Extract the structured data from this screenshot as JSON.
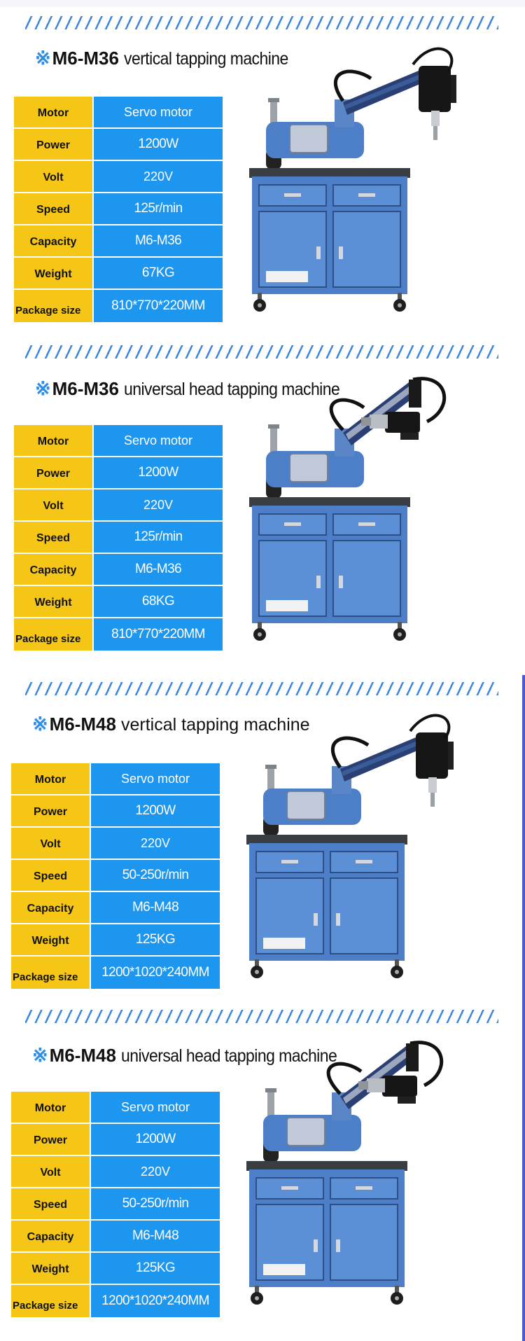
{
  "products": [
    {
      "mark": "※",
      "model": "M6-M36",
      "name": "vertical  tapping machine",
      "specs": [
        {
          "key": "Motor",
          "value": "Servo motor"
        },
        {
          "key": "Power",
          "value": "1200W"
        },
        {
          "key": "Volt",
          "value": "220V"
        },
        {
          "key": "Speed",
          "value": "125r/min"
        },
        {
          "key": "Capacity",
          "value": "M6-M36"
        },
        {
          "key": "Weight",
          "value": "67KG"
        },
        {
          "key": "Package size",
          "value": "810*770*220MM"
        }
      ]
    },
    {
      "mark": "※",
      "model": "M6-M36",
      "name": "universal head tapping machine",
      "specs": [
        {
          "key": "Motor",
          "value": "Servo motor"
        },
        {
          "key": "Power",
          "value": "1200W"
        },
        {
          "key": "Volt",
          "value": "220V"
        },
        {
          "key": "Speed",
          "value": "125r/min"
        },
        {
          "key": "Capacity",
          "value": "M6-M36"
        },
        {
          "key": "Weight",
          "value": "68KG"
        },
        {
          "key": "Package size",
          "value": "810*770*220MM"
        }
      ]
    },
    {
      "mark": "※",
      "model": "M6-M48",
      "name": "vertical  tapping machine",
      "specs": [
        {
          "key": "Motor",
          "value": "Servo motor"
        },
        {
          "key": "Power",
          "value": "1200W"
        },
        {
          "key": "Volt",
          "value": "220V"
        },
        {
          "key": "Speed",
          "value": "50-250r/min"
        },
        {
          "key": "Capacity",
          "value": "M6-M48"
        },
        {
          "key": "Weight",
          "value": "125KG"
        },
        {
          "key": "Package size",
          "value": "1200*1020*240MM"
        }
      ]
    },
    {
      "mark": "※",
      "model": "M6-M48",
      "name": "universal head tapping machine",
      "specs": [
        {
          "key": "Motor",
          "value": "Servo motor"
        },
        {
          "key": "Power",
          "value": "1200W"
        },
        {
          "key": "Volt",
          "value": "220V"
        },
        {
          "key": "Speed",
          "value": "50-250r/min"
        },
        {
          "key": "Capacity",
          "value": "M6-M48"
        },
        {
          "key": "Weight",
          "value": "125KG"
        },
        {
          "key": "Package size",
          "value": "1200*1020*240MM"
        }
      ]
    }
  ],
  "colors": {
    "key_bg": "#f6c617",
    "value_bg": "#1d96f0",
    "accent": "#2f8fe6",
    "cabinet": "#4d7fc8",
    "top_slab": "#3a3d42"
  }
}
